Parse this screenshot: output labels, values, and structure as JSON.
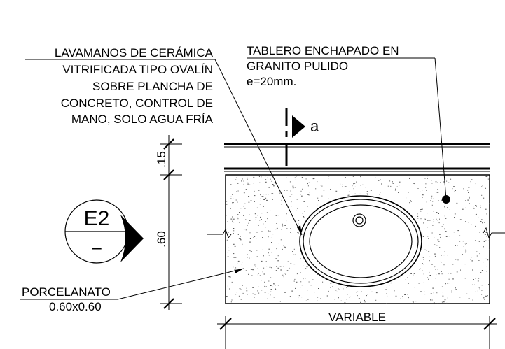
{
  "notes": {
    "lavamanos": [
      "LAVAMANOS DE CERÁMICA",
      "VITRIFICADA TIPO OVALÍN",
      "SOBRE PLANCHA DE",
      "CONCRETO, CONTROL DE",
      "MANO, SOLO AGUA FRÍA"
    ],
    "tablero": [
      "TABLERO ENCHAPADO EN",
      "GRANITO PULIDO",
      "e=20mm."
    ],
    "porcelanato": [
      "PORCELANATO",
      "0.60x0.60"
    ]
  },
  "section_marker": {
    "label": "a"
  },
  "elevation_tag": {
    "code": "E2",
    "sub": "–"
  },
  "dimensions": {
    "top": ".15",
    "middle": ".60",
    "width": "VARIABLE"
  },
  "colors": {
    "line": "#000000",
    "hatch": "#555555",
    "background": "#ffffff"
  },
  "icons": {
    "section_arrow": "triangle-right-icon",
    "elevation_arrow": "triangle-right-icon",
    "leader_dot": "filled-circle-icon",
    "drain": "drain-icon"
  }
}
